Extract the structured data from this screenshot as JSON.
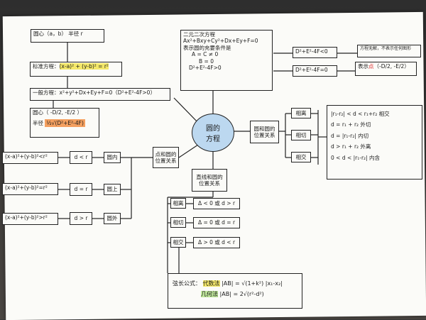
{
  "center": {
    "line1": "圆的",
    "line2": "方程"
  },
  "std": {
    "center": "圆心（a，b）  半径 r",
    "label": "标准方程：",
    "eq": "(x-a)² + (y-b)² = r²"
  },
  "general": {
    "label": "一般方程：",
    "eq": "x²+y²+Dx+Ey+F=0（D²+E²-4F>0）",
    "center": "圆心（ -D/2, -E/2 ）",
    "radius_label": "半径",
    "radius": "½√(D²+E²-4F)"
  },
  "binary": {
    "title": "二元二次方程",
    "eq": "Ax²+Bxy+Cy²+Dx+Ey+F=0",
    "cond_title": "表示圆的充要条件是",
    "c1": "A = C ≠ 0",
    "c2": "B = 0",
    "c3": "D²+E²-4F>0"
  },
  "special": {
    "lt": "D²+E²-4F<0",
    "lt_result": "方程无解，不表示任何图形",
    "eq": "D²+E²-4F=0",
    "eq_prefix": "表示",
    "eq_point": "点",
    "eq_coord": "（-D/2, -E/2）"
  },
  "point_circle": {
    "title1": "点和圆的",
    "title2": "位置关系",
    "rows": [
      {
        "cond": "(x-a)²+(y-b)²<r²",
        "rel": "d < r",
        "pos": "圆内"
      },
      {
        "cond": "(x-a)²+(y-b)²=r²",
        "rel": "d = r",
        "pos": "圆上"
      },
      {
        "cond": "(x-a)²+(y-b)²>r²",
        "rel": "d > r",
        "pos": "圆外"
      }
    ]
  },
  "line_circle": {
    "title1": "直线和圆的",
    "title2": "位置关系",
    "rows": [
      {
        "label": "相离",
        "cond": "Δ < 0 或 d > r"
      },
      {
        "label": "相切",
        "cond": "Δ = 0 或 d = r"
      },
      {
        "label": "相交",
        "cond": "Δ > 0 或 d < r"
      }
    ],
    "chord": {
      "label": "弦长公式：",
      "alg_label": "代数法",
      "alg_eq": "|AB| = √(1+k²) |x₁-x₂|",
      "geo_label": "几何法",
      "geo_eq": "|AB| = 2√(r²-d²)"
    }
  },
  "circle_circle": {
    "title1": "圆和圆的",
    "title2": "位置关系",
    "labels": [
      "相离",
      "相切",
      "相交"
    ],
    "rels": [
      "|r₁-r₂| < d < r₁+r₂   相交",
      "d = r₁ + r₂        外切",
      "d = |r₁-r₂|         内切",
      "d > r₁ + r₂        外离",
      "0 < d < |r₁-r₂|     内含"
    ]
  }
}
